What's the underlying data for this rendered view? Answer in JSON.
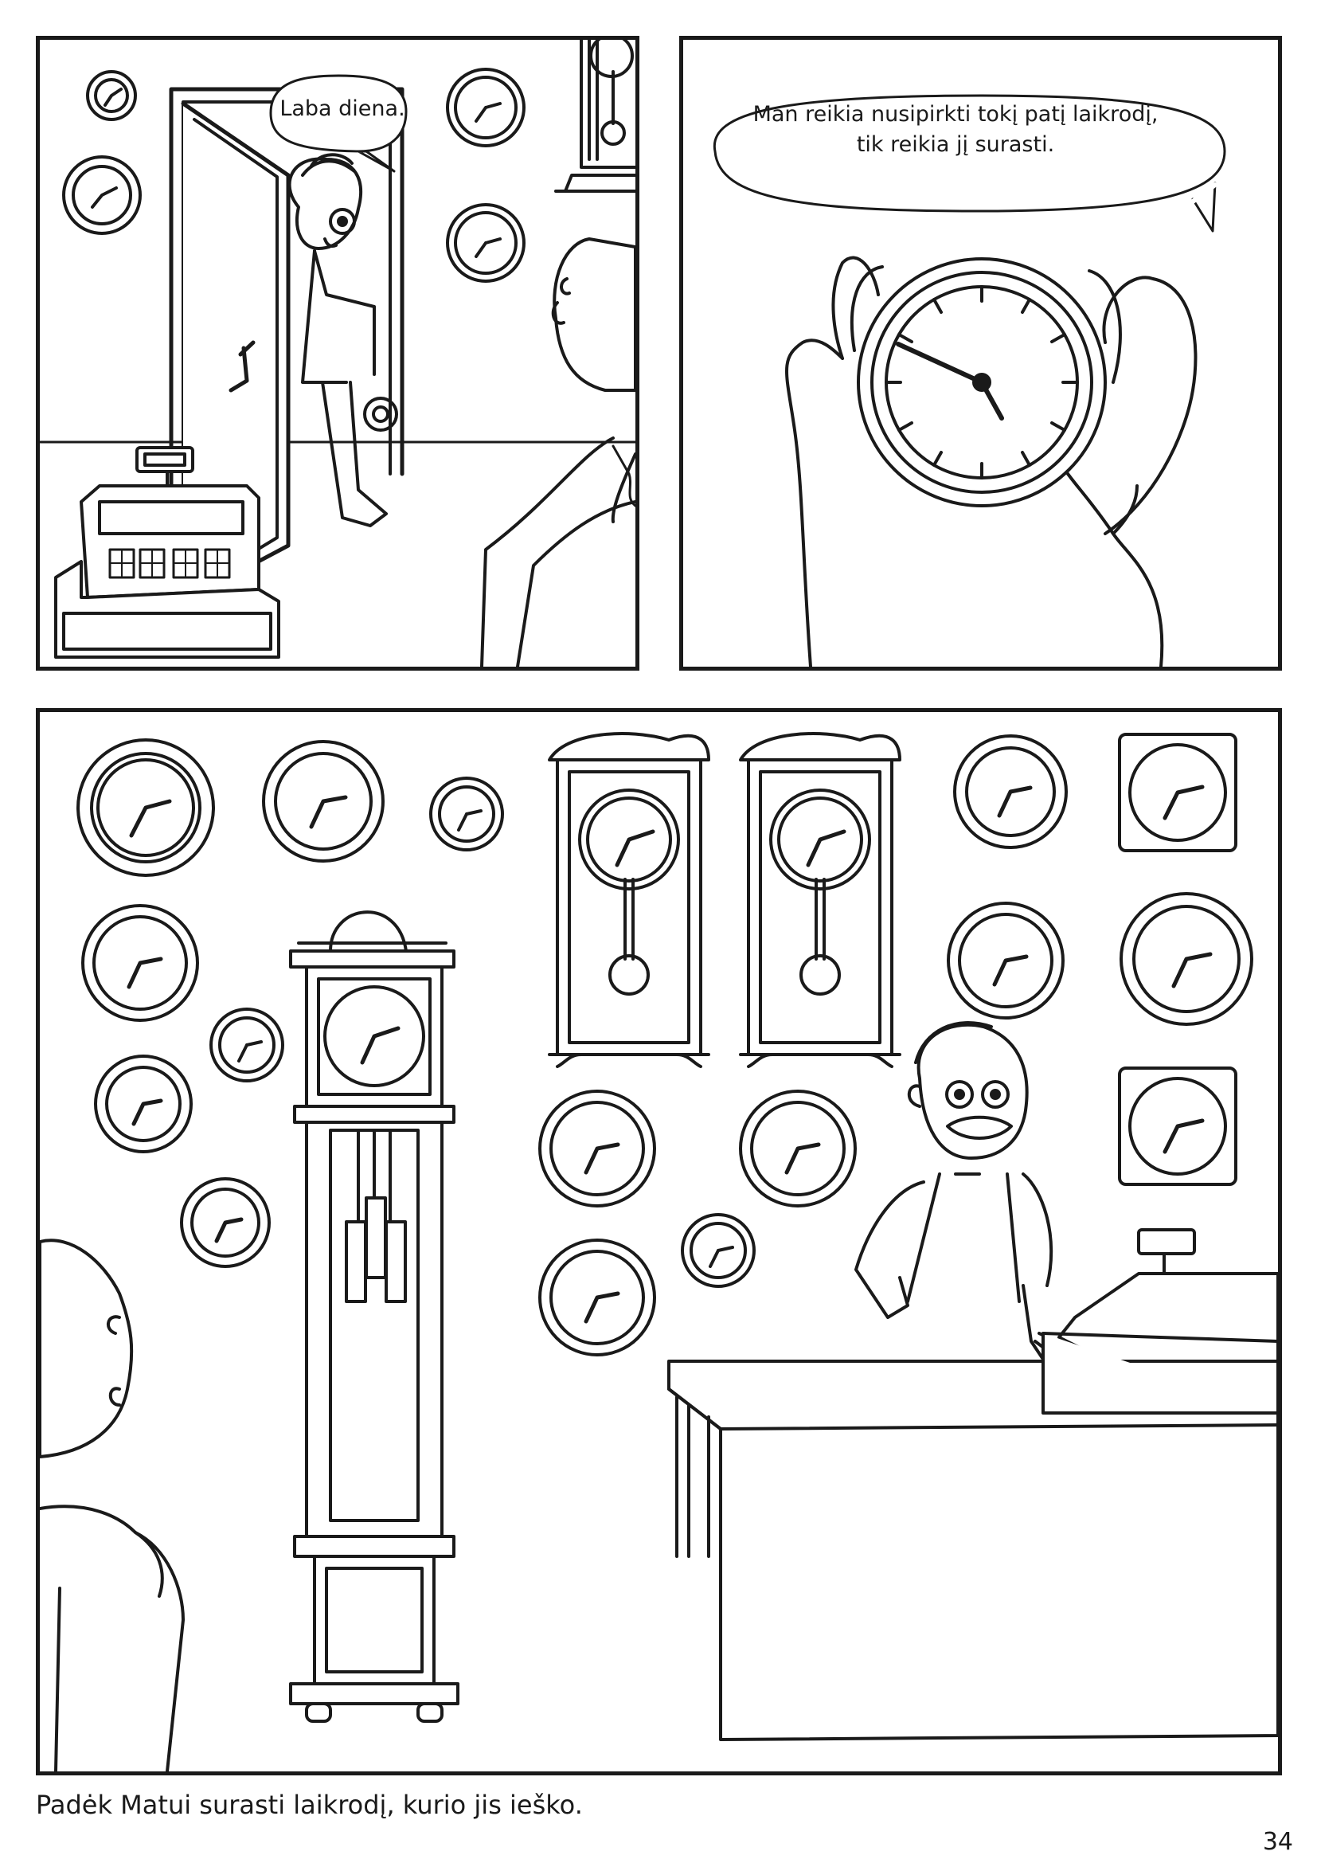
{
  "panels": [
    {
      "speech": "Laba diena."
    },
    {
      "speech_line1": "Man reikia nusipirkti tokį patį laikrodį,",
      "speech_line2": "tik reikia jį surasti."
    },
    {}
  ],
  "caption": "Padėk Matui surasti laikrodį, kurio jis ieško.",
  "page_number": "34",
  "colors": {
    "ink": "#1a1a1a",
    "paper": "#ffffff"
  }
}
